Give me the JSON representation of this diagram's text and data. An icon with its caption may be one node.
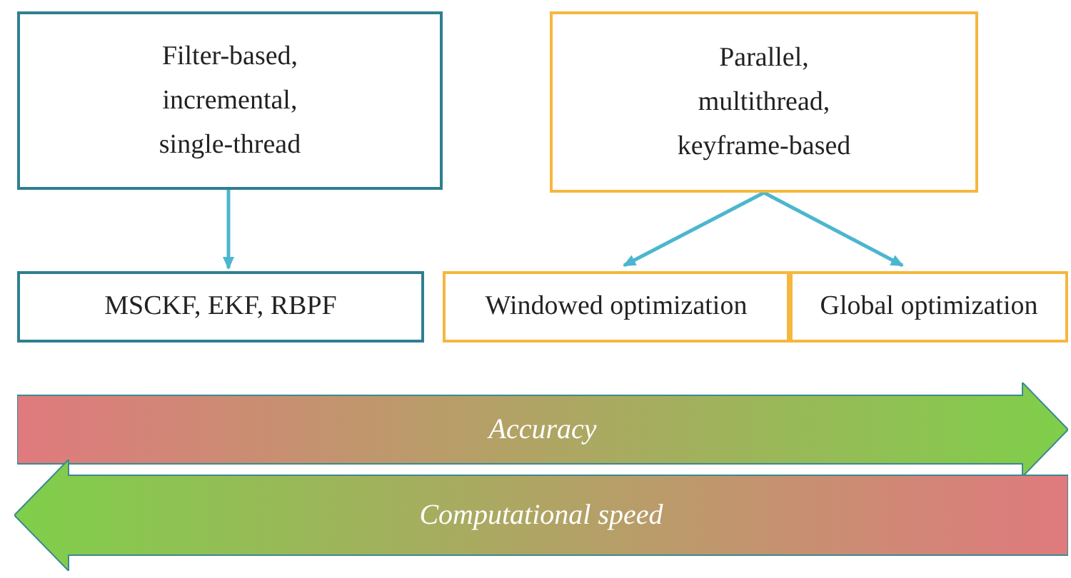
{
  "diagram": {
    "nodes": [
      {
        "text": [
          "Filter-based, incremental, single-thread"
        ]
      },
      {
        "text": [
          "Parallel, multithread, keyframe-based"
        ]
      },
      {
        "text": [
          "MSCKF, EKF, RBPF"
        ]
      },
      {
        "text": [
          "Windowed optimization"
        ]
      },
      {
        "text": [
          "Global optimization"
        ]
      },
      {
        "text": [
          "Accuracy"
        ]
      },
      {
        "text": [
          "Computational speed"
        ]
      }
    ],
    "edges": [
      {
        "from": 0,
        "to": 2,
        "arrow": "to"
      },
      {
        "from": 1,
        "to": 3,
        "arrow": "to"
      },
      {
        "from": 1,
        "to": 4,
        "arrow": "to"
      }
    ]
  }
}
